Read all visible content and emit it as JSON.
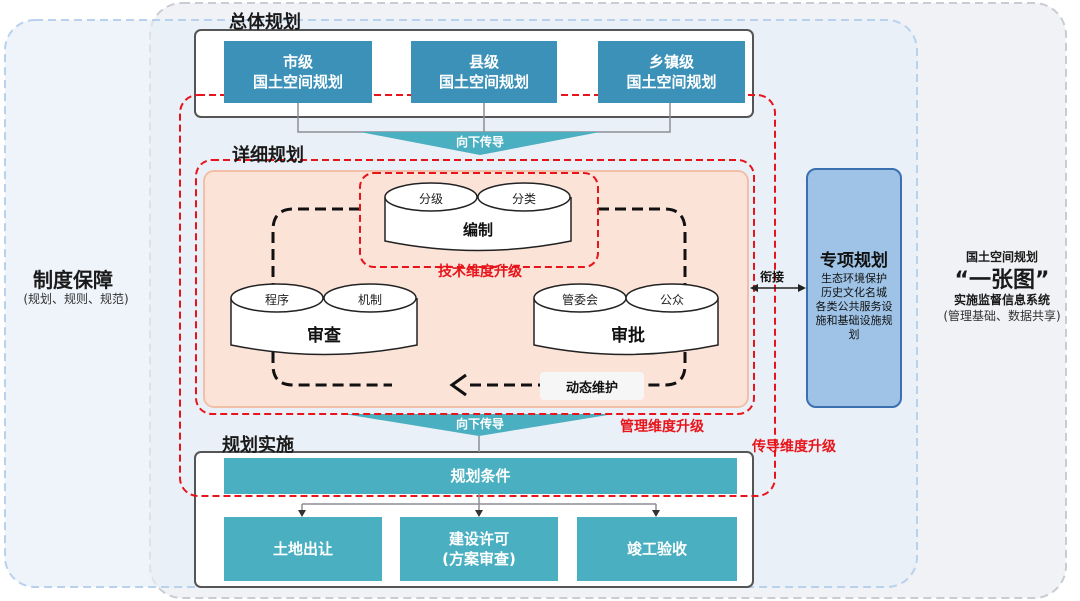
{
  "left": {
    "title": "制度保障",
    "subtitle": "(规划、规则、规范)"
  },
  "right": {
    "line1": "国土空间规划",
    "line2": "“一张图”",
    "line3": "实施监督信息系统",
    "line4": "(管理基础、数据共享)"
  },
  "overall": {
    "title": "总体规划",
    "boxes": [
      {
        "line1": "市级",
        "line2": "国土空间规划"
      },
      {
        "line1": "县级",
        "line2": "国土空间规划"
      },
      {
        "line1": "乡镇级",
        "line2": "国土空间规划"
      }
    ]
  },
  "arrow_down_1": "向下传导",
  "arrow_down_2": "向下传导",
  "detailed": {
    "title": "详细规划",
    "compile": {
      "tag1": "分级",
      "tag2": "分类",
      "label": "编制"
    },
    "review": {
      "tag1": "程序",
      "tag2": "机制",
      "label": "审查"
    },
    "approve": {
      "tag1": "管委会",
      "tag2": "公众",
      "label": "审批"
    },
    "maintain": "动态维护",
    "tech_upgrade": "技术维度升级",
    "mgmt_upgrade": "管理维度升级"
  },
  "transmission_upgrade": "传导维度升级",
  "link_label": "衔接",
  "special": {
    "title": "专项规划",
    "body": [
      "生态环境保护",
      "历史文化名城",
      "各类公共服务设",
      "施和基础设施规",
      "划"
    ]
  },
  "implementation": {
    "title": "规划实施",
    "conditions": "规划条件",
    "items": [
      {
        "line1": "土地出让",
        "line2": ""
      },
      {
        "line1": "建设许可",
        "line2": "(方案审查)"
      },
      {
        "line1": "竣工验收",
        "line2": ""
      }
    ]
  },
  "colors": {
    "blue": "#3b91b8",
    "teal": "#4aafc0",
    "red": "#e8141b",
    "salmon": "#fbe3d8",
    "special": "#9ec3e6"
  }
}
